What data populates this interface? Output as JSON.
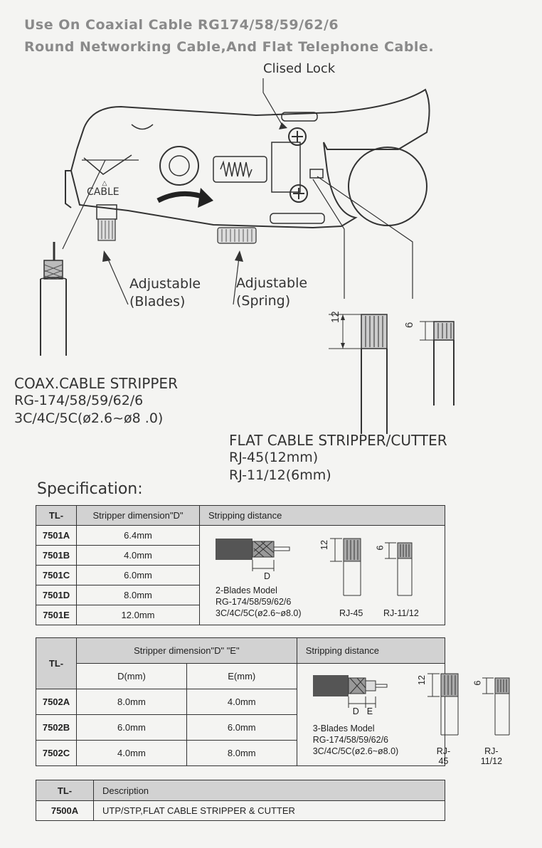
{
  "header": {
    "line1": "Use On Coaxial Cable RG174/58/59/62/6",
    "line2": "Round Networking Cable,And Flat Telephone Cable."
  },
  "diagram": {
    "closed_lock": "Clised Lock",
    "cable": "CABLE",
    "adj_blades_1": "Adjustable",
    "adj_blades_2": "(Blades)",
    "adj_spring_1": "Adjustable",
    "adj_spring_2": "(Spring)",
    "dim_12": "12",
    "dim_6": "6"
  },
  "coax": {
    "title": "COAX.CABLE STRIPPER",
    "models": "RG-174/58/59/62/6",
    "sizes": "3C/4C/5C(ø2.6~ø8 .0)"
  },
  "flat": {
    "title": "FLAT CABLE STRIPPER/CUTTER",
    "rj45": "RJ-45(12mm)",
    "rj11": "RJ-11/12(6mm)"
  },
  "spec_title": "Specification:",
  "table1": {
    "h_tl": "TL-",
    "h_dim": "Stripper dimension\"D\"",
    "h_strip": "Stripping distance",
    "rows": [
      {
        "model": "7501A",
        "dim": "6.4mm"
      },
      {
        "model": "7501B",
        "dim": "4.0mm"
      },
      {
        "model": "7501C",
        "dim": "6.0mm"
      },
      {
        "model": "7501D",
        "dim": "8.0mm"
      },
      {
        "model": "7501E",
        "dim": "12.0mm"
      }
    ],
    "d_label": "D",
    "model_line1": "2-Blades Model",
    "model_line2": "RG-174/58/59/62/6",
    "model_line3": "3C/4C/5C(ø2.6~ø8.0)",
    "rj45": "RJ-45",
    "rj11": "RJ-11/12",
    "n12": "12",
    "n6": "6"
  },
  "table2": {
    "h_tl": "TL-",
    "h_dim": "Stripper dimension\"D\" \"E\"",
    "h_strip": "Stripping distance",
    "h_d": "D(mm)",
    "h_e": "E(mm)",
    "rows": [
      {
        "model": "7502A",
        "d": "8.0mm",
        "e": "4.0mm"
      },
      {
        "model": "7502B",
        "d": "6.0mm",
        "e": "6.0mm"
      },
      {
        "model": "7502C",
        "d": "4.0mm",
        "e": "8.0mm"
      }
    ],
    "d_label": "D",
    "e_label": "E",
    "model_line1": "3-Blades Model",
    "model_line2": "RG-174/58/59/62/6",
    "model_line3": "3C/4C/5C(ø2.6~ø8.0)",
    "rj45": "RJ-45",
    "rj11": "RJ-11/12",
    "n12": "12",
    "n6": "6"
  },
  "table3": {
    "h_tl": "TL-",
    "h_desc": "Description",
    "model": "7500A",
    "desc": "UTP/STP,FLAT CABLE STRIPPER & CUTTER"
  }
}
